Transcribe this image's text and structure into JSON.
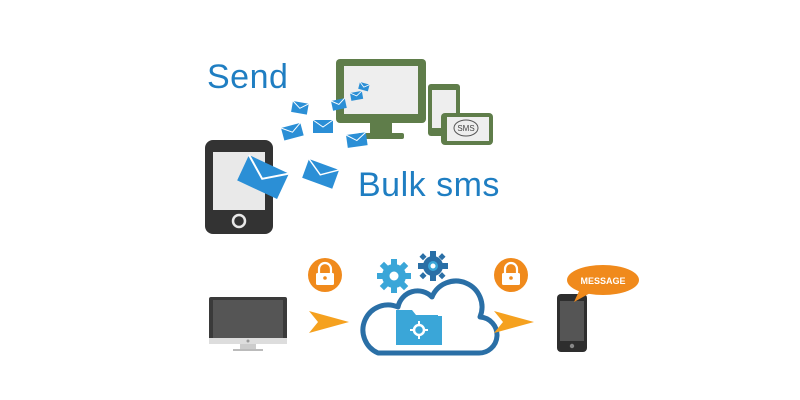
{
  "headline": {
    "send": "Send",
    "bulk_sms": "Bulk sms"
  },
  "labels": {
    "tablet_sms": "SMS",
    "message_bubble": "MESSAGE"
  },
  "colors": {
    "brand_blue": "#1f7ec2",
    "envelope_blue": "#2b8fd6",
    "monitor_green": "#5f7d4a",
    "phone_dark": "#333333",
    "lock_orange": "#f08a1c",
    "arrow_orange": "#f5a11f",
    "cloud_blue": "#2a6fa6",
    "folder_cyan": "#3aa6d8"
  },
  "icons": [
    "smartphone-icon",
    "desktop-monitor-icon",
    "tablet-icon",
    "envelope-icon",
    "imac-icon",
    "lock-icon",
    "arrow-right-icon",
    "cloud-icon",
    "gear-icon",
    "folder-icon",
    "chat-bubble-icon"
  ]
}
